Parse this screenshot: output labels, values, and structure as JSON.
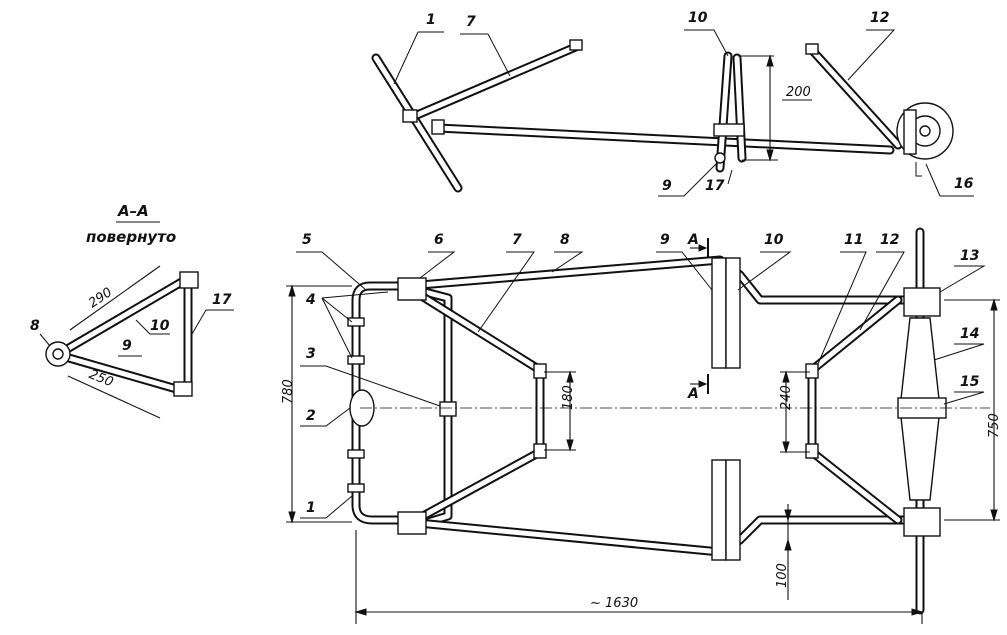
{
  "section": {
    "title": "А–А",
    "subtitle": "повернуто"
  },
  "part_labels": {
    "p1": "1",
    "p2": "2",
    "p3": "3",
    "p4": "4",
    "p5": "5",
    "p6": "6",
    "p7": "7",
    "p8": "8",
    "p9": "9",
    "p10": "10",
    "p11": "11",
    "p12": "12",
    "p13": "13",
    "p14": "14",
    "p15": "15",
    "p16": "16",
    "p17": "17"
  },
  "dimensions": {
    "d200": "200",
    "d290": "290",
    "d250": "250",
    "d780": "780",
    "d180": "180",
    "d240": "240",
    "d750": "750",
    "d100": "100",
    "d1630": "~ 1630"
  },
  "section_marks": {
    "upper": "А",
    "lower": "А"
  }
}
